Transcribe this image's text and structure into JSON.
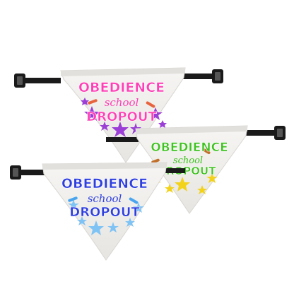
{
  "bandanas": [
    {
      "id": "pink",
      "line1": "OBEDIENCE",
      "line2": "school",
      "line3": "DROPOUT",
      "text_color": "#ff3fb5",
      "accent_color": "#a23fe0",
      "bone_color": "#e8633d",
      "star_color": "#9b3fd6"
    },
    {
      "id": "green",
      "line1": "OBEDIENCE",
      "line2": "school",
      "line3": "DROPOUT",
      "text_color": "#3ec21f",
      "accent_color": "#2c8c16",
      "bone_color": "#c0702a",
      "star_color": "#f2d21a"
    },
    {
      "id": "blue",
      "line1": "OBEDIENCE",
      "line2": "school",
      "line3": "DROPOUT",
      "text_color": "#2e3fe0",
      "accent_color": "#4aa5ef",
      "bone_color": "#4aa5ef",
      "star_color": "#7fc3f5"
    }
  ],
  "colors": {
    "fabric": "#f1f0ee",
    "fabric_shadow": "#dcdad6",
    "strap": "#1a1a1a",
    "background": "#ffffff"
  }
}
